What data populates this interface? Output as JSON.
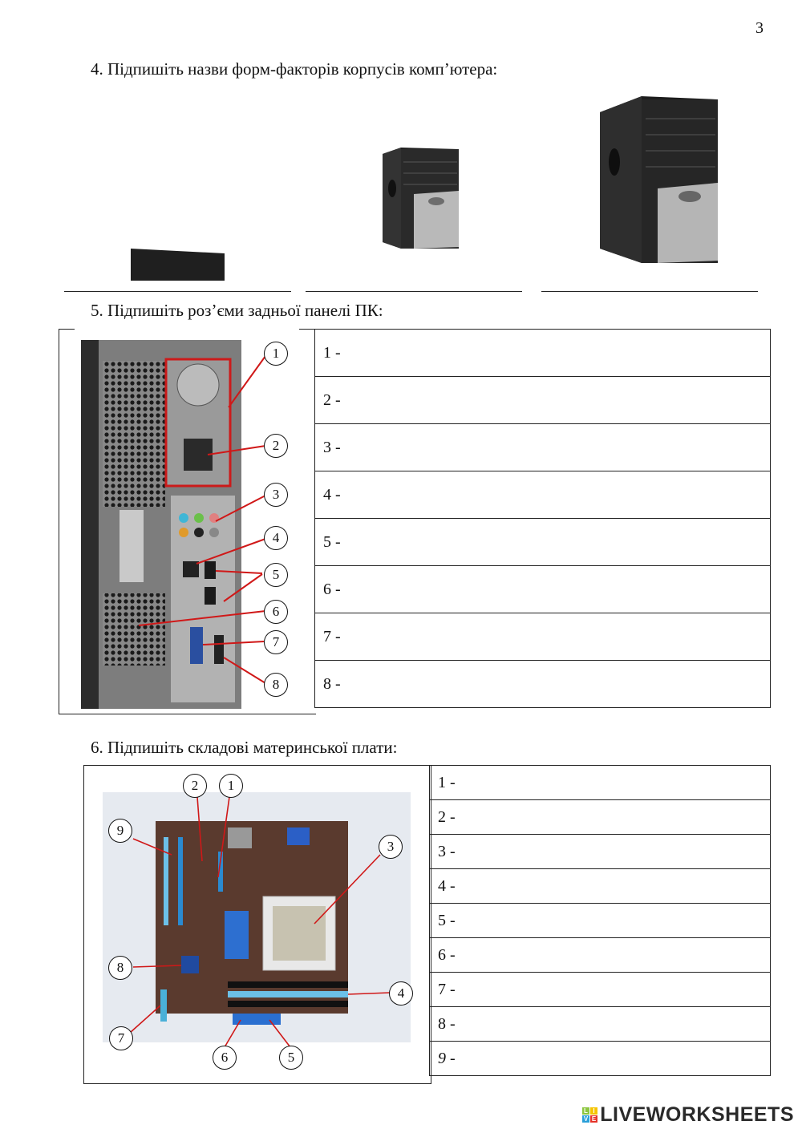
{
  "page_number": "3",
  "task4": {
    "title": "4.  Підпишіть назви форм-факторів корпусів комп’ютера:",
    "cases": [
      "desktop-case",
      "minitower-case",
      "midi-tower-case"
    ]
  },
  "task5": {
    "title": "5.  Підпишіть роз’єми задньої панелі ПК:",
    "callouts": [
      "1",
      "2",
      "3",
      "4",
      "5",
      "6",
      "7",
      "8"
    ],
    "rows": [
      "1 -",
      "2 -",
      "3 -",
      "4 -",
      "5 -",
      "6 -",
      "7 -",
      "8 -"
    ]
  },
  "task6": {
    "title": "6.  Підпишіть складові материнської плати:",
    "callouts": [
      "1",
      "2",
      "3",
      "4",
      "5",
      "6",
      "7",
      "8",
      "9"
    ],
    "rows": [
      "1 -",
      "2 -",
      "3 -",
      "4 -",
      "5 -",
      "6 -",
      "7 -",
      "8 -",
      "9 -"
    ]
  },
  "footer": {
    "brand": "LIVEWORKSHEETS",
    "mark": [
      "L",
      "I",
      "V",
      "E"
    ]
  },
  "colors": {
    "callout_line": "#d01818",
    "logo_green": "#8cc63f",
    "logo_yellow": "#f5c400",
    "logo_blue": "#2a9fd8",
    "logo_red": "#e5332a"
  }
}
